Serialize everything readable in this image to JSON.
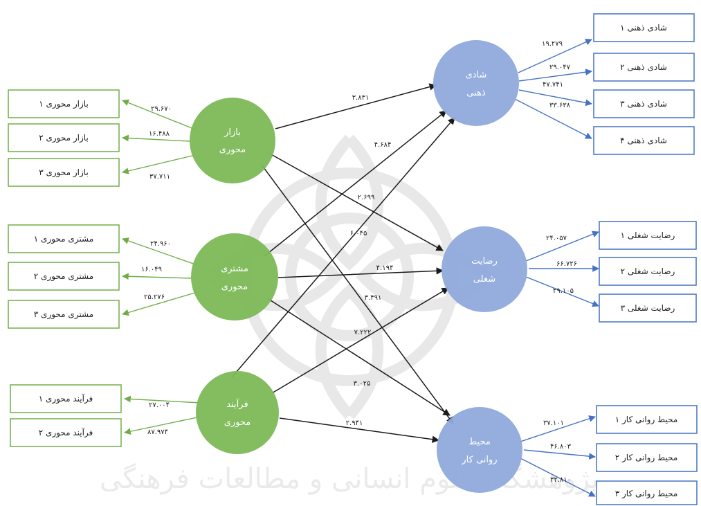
{
  "colors": {
    "green_node": "#7cb957",
    "green_border": "#70ad47",
    "blue_node": "#8faadc",
    "blue_border": "#4472c4",
    "arrow_dark": "#1a1a1a",
    "watermark": "#dcdcdc"
  },
  "watermark_text": "پژوهشگاه علوم انسانی و مطالعات فرهنگی",
  "latent": {
    "market": {
      "line1": "بازار",
      "line2": "محوری"
    },
    "customer": {
      "line1": "مشتری",
      "line2": "محوری"
    },
    "process": {
      "line1": "فرآیند",
      "line2": "محوری"
    },
    "happiness": {
      "line1": "شادی",
      "line2": "ذهنی"
    },
    "satisfaction": {
      "line1": "رضایت",
      "line2": "شغلی"
    },
    "environment": {
      "line1": "محیط",
      "line2": "روانی کار"
    }
  },
  "indicators": {
    "market": [
      "بازار محوری ۱",
      "بازار محوری ۲",
      "بازار محوری ۳"
    ],
    "customer": [
      "مشتری محوری ۱",
      "مشتری محوری ۲",
      "مشتری محوری ۳"
    ],
    "process": [
      "فرآیند محوری ۱",
      "فرآیند محوری ۲"
    ],
    "happiness": [
      "شادی ذهنی ۱",
      "شادی ذهنی ۲",
      "شادی ذهنی ۳",
      "شادی ذهنی ۴"
    ],
    "satisfaction": [
      "رضایت شغلی ۱",
      "رضایت شغلی ۲",
      "رضایت شغلی ۳"
    ],
    "environment": [
      "محیط روانی کار ۱",
      "محیط روانی کار ۲",
      "محیط روانی کار ۳"
    ]
  },
  "loadings": {
    "market": [
      "۲۹.۶۷۰",
      "۱۶.۴۸۸",
      "۳۷.۷۱۱"
    ],
    "customer": [
      "۲۴.۹۶۰",
      "۱۶.۰۴۹",
      "۲۵.۲۷۶"
    ],
    "process": [
      "۲۷.۰۰۴",
      "۸۷.۹۷۴"
    ],
    "happiness": [
      "۱۹.۲۷۹",
      "۲۹.۰۴۷",
      "۴۷.۷۴۱",
      "۳۳.۶۳۸"
    ],
    "satisfaction": [
      "۲۴.۰۵۷",
      "۶۶.۷۲۶",
      "۲۹.۱۰۵"
    ],
    "environment": [
      "۳۷.۱۰۱",
      "۴۶.۸۰۳",
      "۳۲.۸۱۰"
    ]
  },
  "paths": {
    "market_happiness": "۳.۸۳۱",
    "customer_happiness": "۴.۶۸۴",
    "market_satisfaction": "۲.۶۹۹",
    "process_happiness": "۶.۰۴۵",
    "customer_satisfaction": "۴.۱۹۴",
    "market_environment": "۳.۴۹۱",
    "process_satisfaction": "۷.۲۲۲",
    "customer_environment": "۳.۰۲۵",
    "process_environment": "۲.۹۴۱"
  }
}
